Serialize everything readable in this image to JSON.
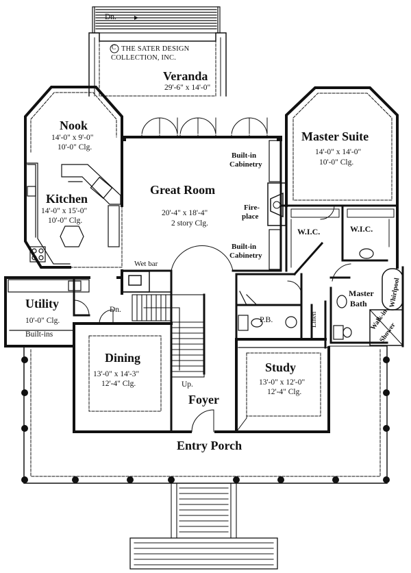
{
  "copyright": {
    "symbol": "C",
    "line1": "THE SATER DESIGN",
    "line2": "COLLECTION, INC."
  },
  "stairs": {
    "top_dn": "Dn.",
    "inner_dn": "Dn.",
    "up": "Up."
  },
  "rooms": {
    "veranda": {
      "name": "Veranda",
      "size": "29'-6\" x 14'-0\""
    },
    "nook": {
      "name": "Nook",
      "size": "14'-0\" x 9'-0\"",
      "ceiling": "10'-0\" Clg."
    },
    "kitchen": {
      "name": "Kitchen",
      "size": "14'-0\" x 15'-0\"",
      "ceiling": "10'-0\" Clg."
    },
    "great_room": {
      "name": "Great Room",
      "size": "20'-4\" x 18'-4\"",
      "ceiling": "2 story Clg."
    },
    "master_suite": {
      "name": "Master Suite",
      "size": "14'-0\" x 14'-0\"",
      "ceiling": "10'-0\" Clg."
    },
    "utility": {
      "name": "Utility",
      "ceiling": "10'-0\" Clg.",
      "note": "Built-ins"
    },
    "dining": {
      "name": "Dining",
      "size": "13'-0\" x 14'-3\"",
      "ceiling": "12'-4\" Clg."
    },
    "study": {
      "name": "Study",
      "size": "13'-0\" x 12'-0\"",
      "ceiling": "12'-4\" Clg."
    },
    "foyer": {
      "name": "Foyer"
    },
    "entry_porch": {
      "name": "Entry Porch"
    },
    "master_bath": {
      "line1": "Master",
      "line2": "Bath"
    }
  },
  "features": {
    "builtin_top": {
      "line1": "Built-in",
      "line2": "Cabinetry"
    },
    "builtin_bottom": {
      "line1": "Built-in",
      "line2": "Cabinetry"
    },
    "fireplace": {
      "line1": "Fire-",
      "line2": "place"
    },
    "wic_left": "W.I.C.",
    "wic_right": "W.I.C.",
    "wet_bar": "Wet bar",
    "powder_bath": "P.B.",
    "linen": "Linen",
    "whirlpool": "Whirlpool",
    "walkin_shower": {
      "line1": "Walk-in",
      "line2": "Shower"
    }
  }
}
